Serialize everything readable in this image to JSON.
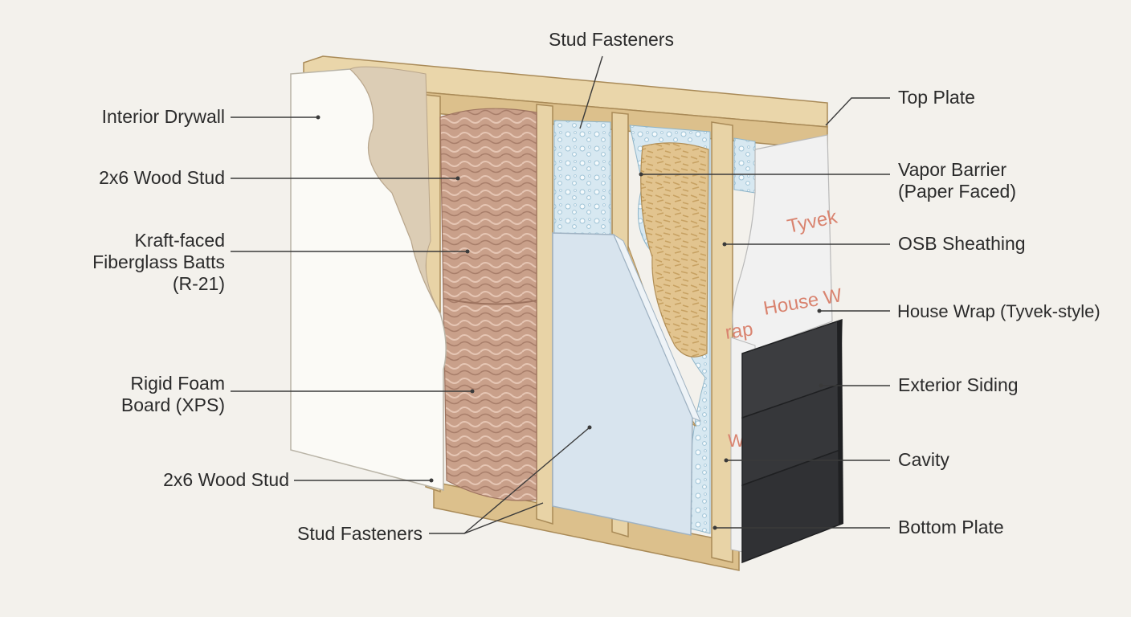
{
  "labels": {
    "interior_drywall": "Interior Drywall",
    "wood_stud_upper": "2x6 Wood Stud",
    "batts_line1": "Kraft-faced",
    "batts_line2": "Fiberglass Batts",
    "batts_line3": "(R-21)",
    "foam_line1": "Rigid Foam",
    "foam_line2": "Board (XPS)",
    "wood_stud_lower": "2x6 Wood Stud",
    "stud_fasteners_top": "Stud Fasteners",
    "stud_fasteners_bottom": "Stud Fasteners",
    "top_plate": "Top Plate",
    "vapor_line1": "Vapor Barrier",
    "vapor_line2": "(Paper Faced)",
    "osb_sheathing": "OSB Sheathing",
    "house_wrap": "House Wrap (Tyvek-style)",
    "exterior_siding": "Exterior Siding",
    "cavity": "Cavity",
    "bottom_plate": "Bottom Plate"
  },
  "wrap_print": {
    "word1": "Tyvek",
    "word2": "House W",
    "word3": "rap",
    "word4": "W"
  },
  "colors": {
    "background": "#f3f1ec",
    "wood": "#e8d3a6",
    "wood_edge": "#a98a57",
    "drywall": "#fbfaf6",
    "fiberglass": "#c9a08a",
    "foam_board": "#d8e4ee",
    "spray_foam": "#cfe3ee",
    "osb": "#e2c48f",
    "house_wrap": "#f1f1f1",
    "wrap_print": "#d9836f",
    "siding": "#3a3b3d",
    "leader": "#3a3a3a"
  }
}
